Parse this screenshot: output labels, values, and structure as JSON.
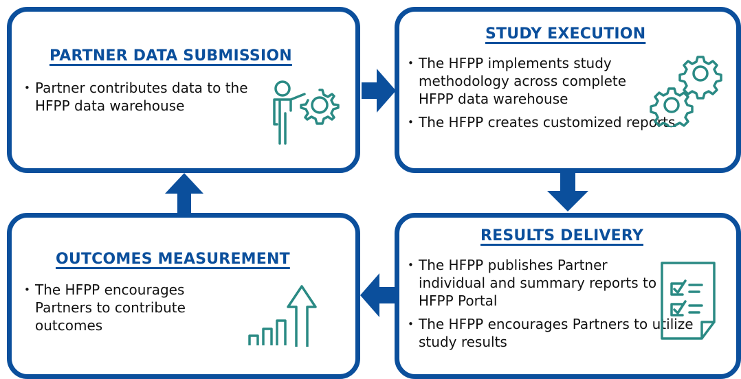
{
  "colors": {
    "accent": "#0b4f9c",
    "icon": "#2a8a84",
    "text": "#111111"
  },
  "partner_data_submission": {
    "title": "PARTNER DATA SUBMISSION",
    "bullets": [
      "Partner contributes data to the HFPP data warehouse"
    ],
    "icon": "person-gear-icon"
  },
  "study_execution": {
    "title": "STUDY EXECUTION",
    "bullets": [
      "The HFPP implements study methodology across complete HFPP data warehouse",
      "The HFPP creates customized reports"
    ],
    "icon": "gears-icon"
  },
  "results_delivery": {
    "title": "RESULTS DELIVERY",
    "bullets": [
      "The HFPP publishes Partner individual and summary reports to HFPP Portal",
      "The HFPP encourages Partners to utilize study results"
    ],
    "icon": "checklist-document-icon"
  },
  "outcomes_measurement": {
    "title": "OUTCOMES MEASUREMENT",
    "bullets": [
      "The HFPP encourages Partners to contribute outcomes"
    ],
    "icon": "growth-chart-icon"
  }
}
